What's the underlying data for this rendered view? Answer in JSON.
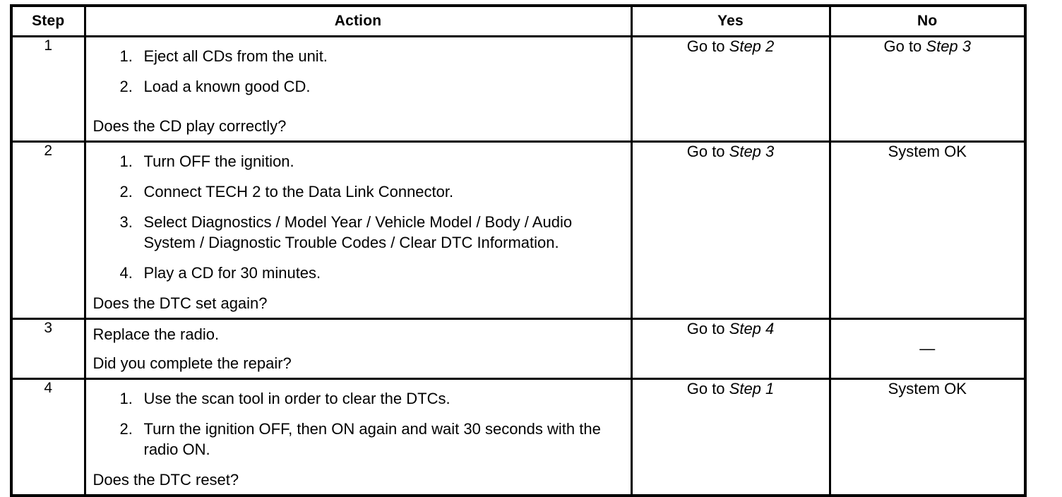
{
  "table": {
    "columns": [
      {
        "key": "step",
        "label": "Step"
      },
      {
        "key": "action",
        "label": "Action"
      },
      {
        "key": "yes",
        "label": "Yes"
      },
      {
        "key": "no",
        "label": "No"
      }
    ],
    "rows": [
      {
        "step": "1",
        "action": {
          "items": [
            "Eject all CDs from the unit.",
            "Load a known good CD."
          ],
          "question": "Does the CD play correctly?"
        },
        "yes": {
          "prefix": "Go to ",
          "ref": "Step 2"
        },
        "no": {
          "prefix": "Go to ",
          "ref": "Step 3"
        }
      },
      {
        "step": "2",
        "action": {
          "items": [
            "Turn OFF the ignition.",
            "Connect TECH 2 to the Data Link Connector.",
            "Select Diagnostics / Model Year / Vehicle Model / Body / Audio System / Diagnostic Trouble Codes / Clear DTC Information.",
            "Play a CD for 30 minutes."
          ],
          "question": "Does the DTC set again?"
        },
        "yes": {
          "prefix": "Go to ",
          "ref": "Step 3"
        },
        "no": {
          "prefix": "System OK",
          "ref": ""
        }
      },
      {
        "step": "3",
        "action": {
          "lead": "Replace the radio.",
          "items": [],
          "question": "Did you complete the repair?"
        },
        "yes": {
          "prefix": "Go to ",
          "ref": "Step 4"
        },
        "no": {
          "prefix": "—",
          "ref": ""
        }
      },
      {
        "step": "4",
        "action": {
          "items": [
            "Use the scan tool in order to clear the DTCs.",
            "Turn the ignition OFF, then ON again and wait 30 seconds with the radio ON."
          ],
          "question": "Does the DTC reset?"
        },
        "yes": {
          "prefix": "Go to ",
          "ref": "Step 1"
        },
        "no": {
          "prefix": "System OK",
          "ref": ""
        }
      }
    ]
  },
  "colors": {
    "border": "#000000",
    "text": "#000000",
    "background": "#ffffff"
  }
}
